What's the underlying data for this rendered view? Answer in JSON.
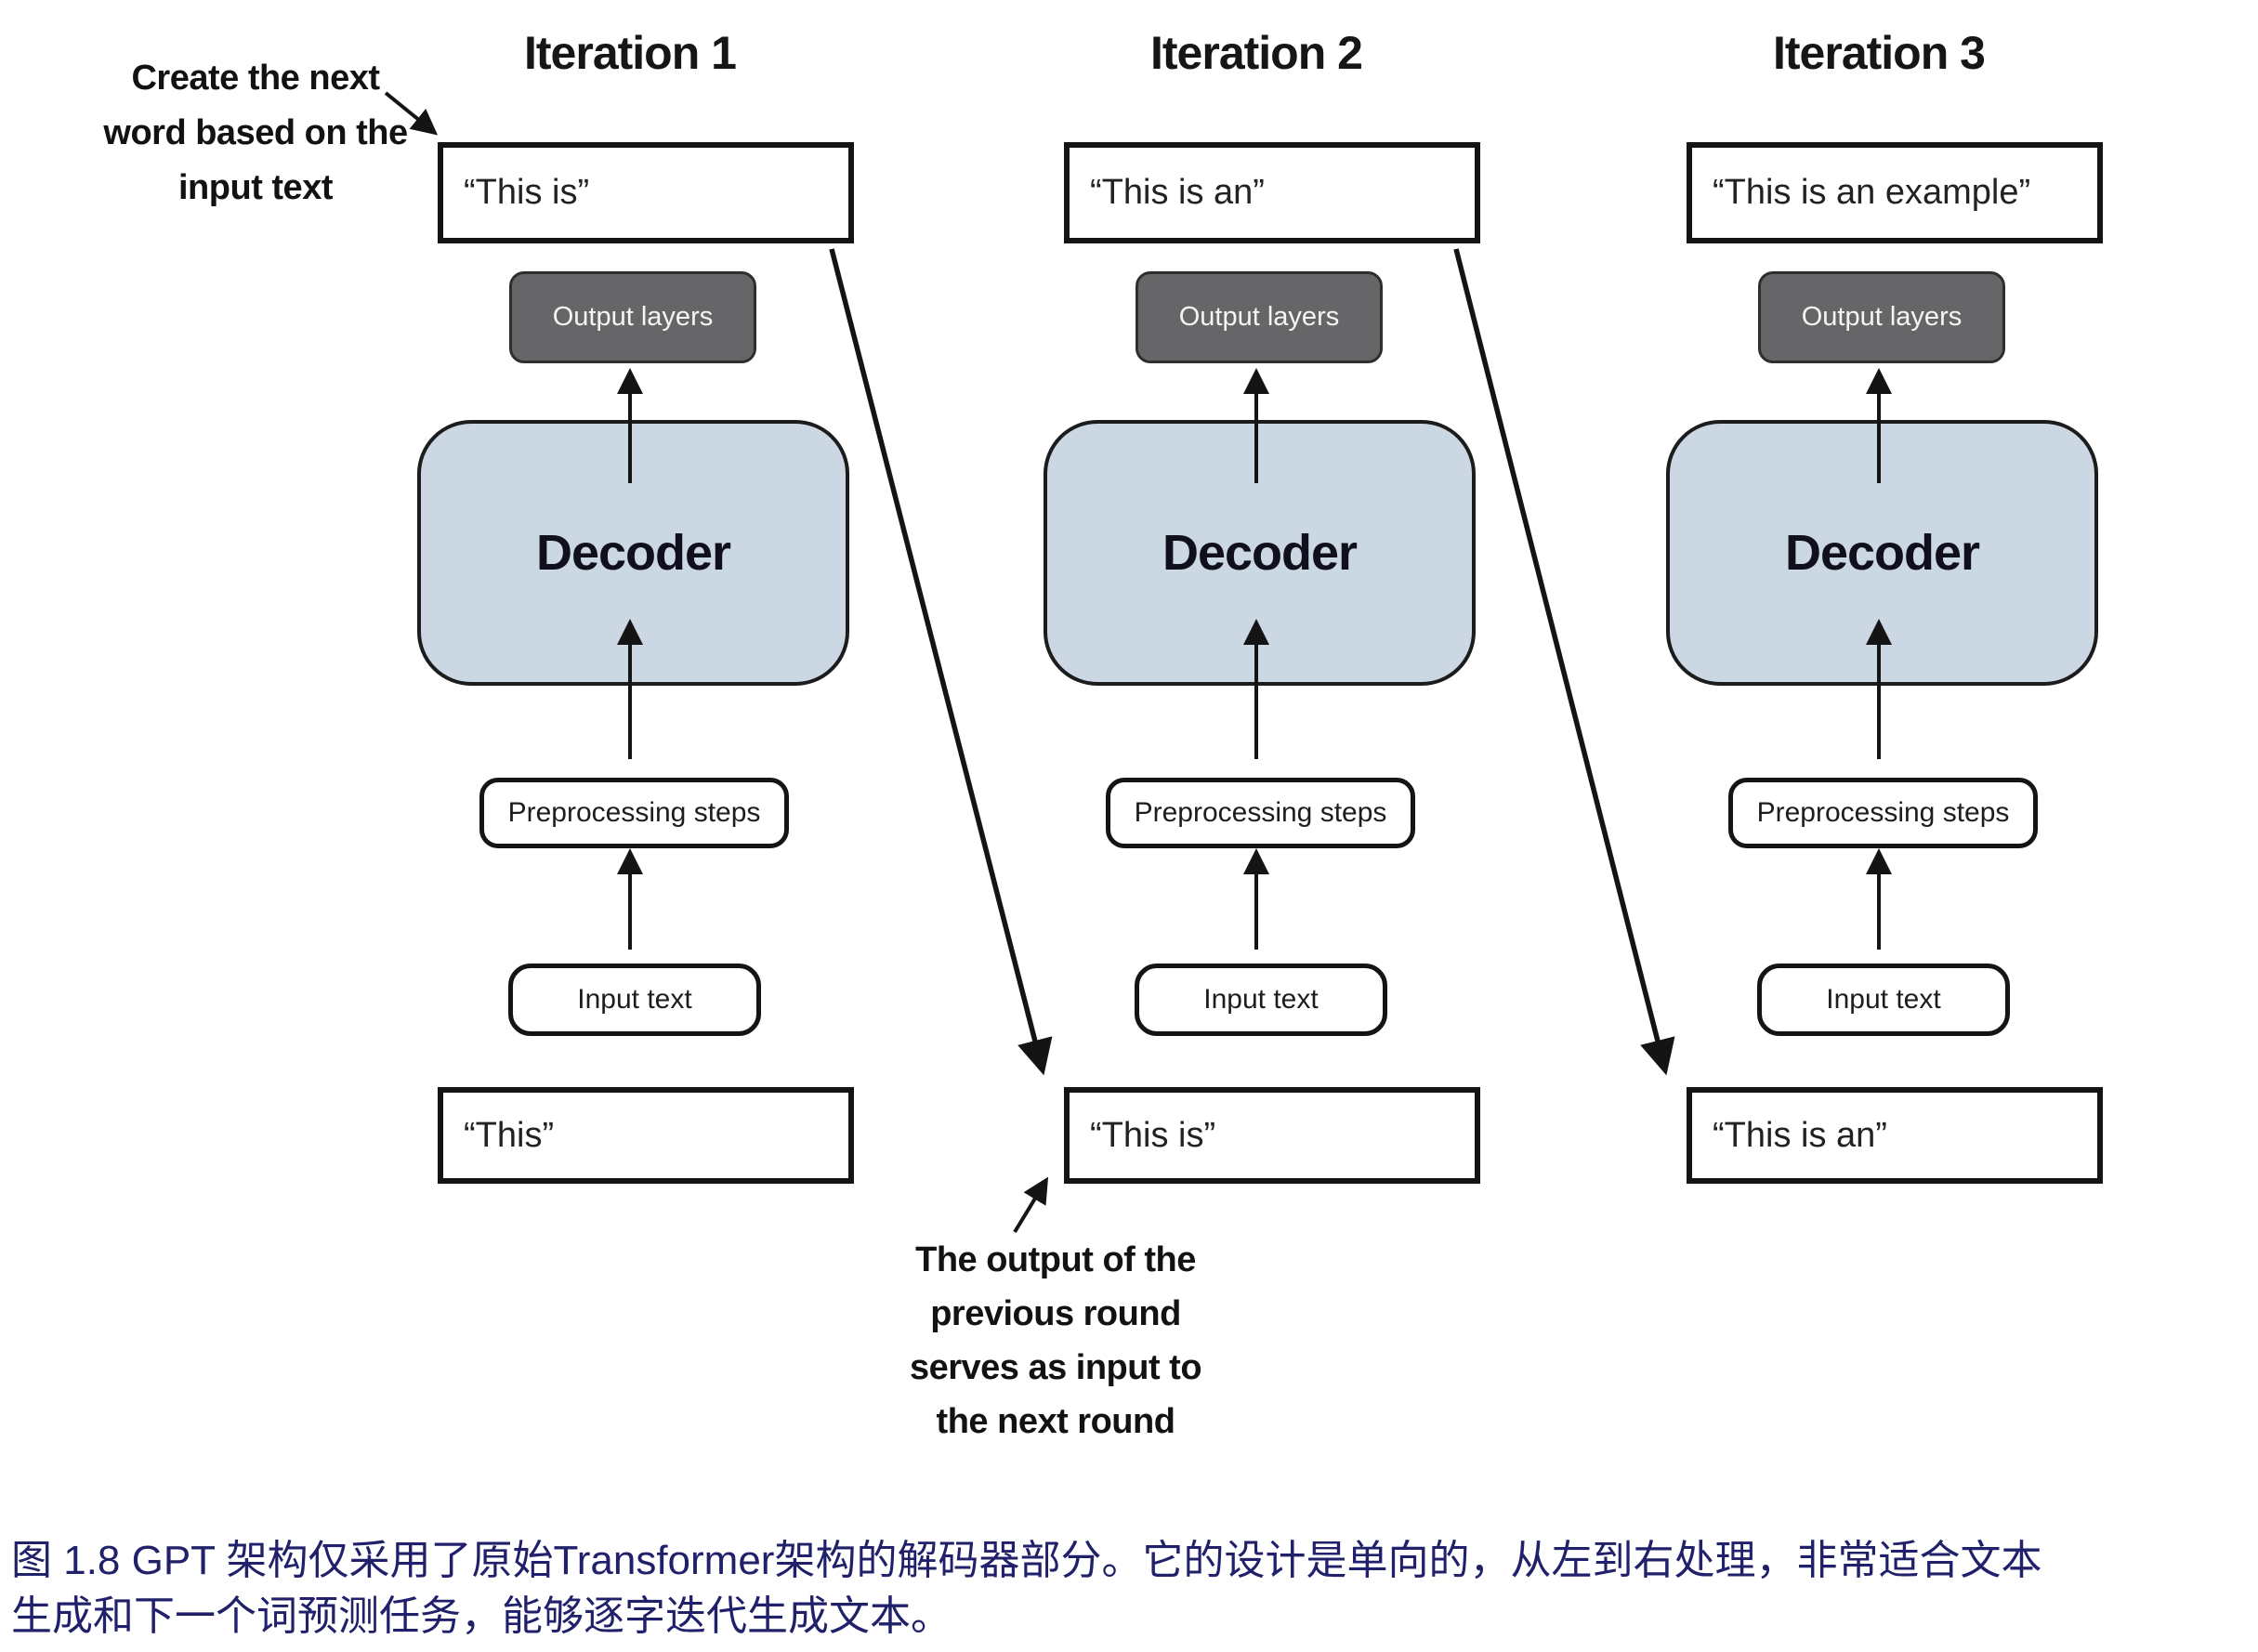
{
  "figure": {
    "columns": [
      {
        "heading": "Iteration 1",
        "generated_text": "“This is”",
        "output_layers_label": "Output layers",
        "decoder_label": "Decoder",
        "preprocessing_label": "Preprocessing steps",
        "input_label": "Input text",
        "input_text": "“This”"
      },
      {
        "heading": "Iteration 2",
        "generated_text": "“This is an”",
        "output_layers_label": "Output layers",
        "decoder_label": "Decoder",
        "preprocessing_label": "Preprocessing steps",
        "input_label": "Input text",
        "input_text": "“This is”"
      },
      {
        "heading": "Iteration 3",
        "generated_text": "“This is an example”",
        "output_layers_label": "Output layers",
        "decoder_label": "Decoder",
        "preprocessing_label": "Preprocessing steps",
        "input_label": "Input text",
        "input_text": "“This is an”"
      }
    ],
    "annotations": {
      "top_left": {
        "lines": [
          "Create the next",
          "word based on the",
          "input text"
        ]
      },
      "bottom": {
        "lines": [
          "The output of the",
          "previous round",
          "serves as input to",
          "the next round"
        ]
      }
    },
    "caption": {
      "lines": [
        "图 1.8  GPT 架构仅采用了原始Transformer架构的解码器部分。它的设计是单向的，从左到右处理，非常适合文本",
        "生成和下一个词预测任务，能够逐字迭代生成文本。"
      ]
    },
    "colors": {
      "decoder_fill": "#ccd7e4",
      "output_pill_fill": "#666668",
      "box_border": "#141414",
      "caption_text": "#20206b"
    }
  }
}
